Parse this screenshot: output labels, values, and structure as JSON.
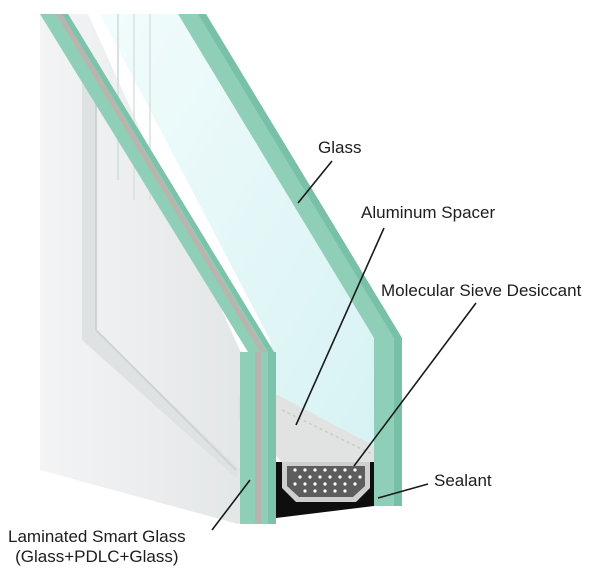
{
  "labels": {
    "glass": "Glass",
    "aluminum_spacer": "Aluminum Spacer",
    "molecular_sieve": "Molecular Sieve Desiccant",
    "sealant": "Sealant",
    "laminated_line1": "Laminated Smart Glass",
    "laminated_line2": "(Glass+PDLC+Glass)"
  },
  "colors": {
    "glass_edge": "#8fcfb8",
    "glass_edge_dark": "#6fb9a1",
    "pdlc_layer": "#b9b4ae",
    "cavity": "#dff6f7",
    "frosted_pane": "#e9ebec",
    "spacer": "#cfcfcf",
    "desiccant": "#5d5d5d",
    "sealant": "#0e0e0e",
    "leader_line": "#1a1a1a"
  }
}
